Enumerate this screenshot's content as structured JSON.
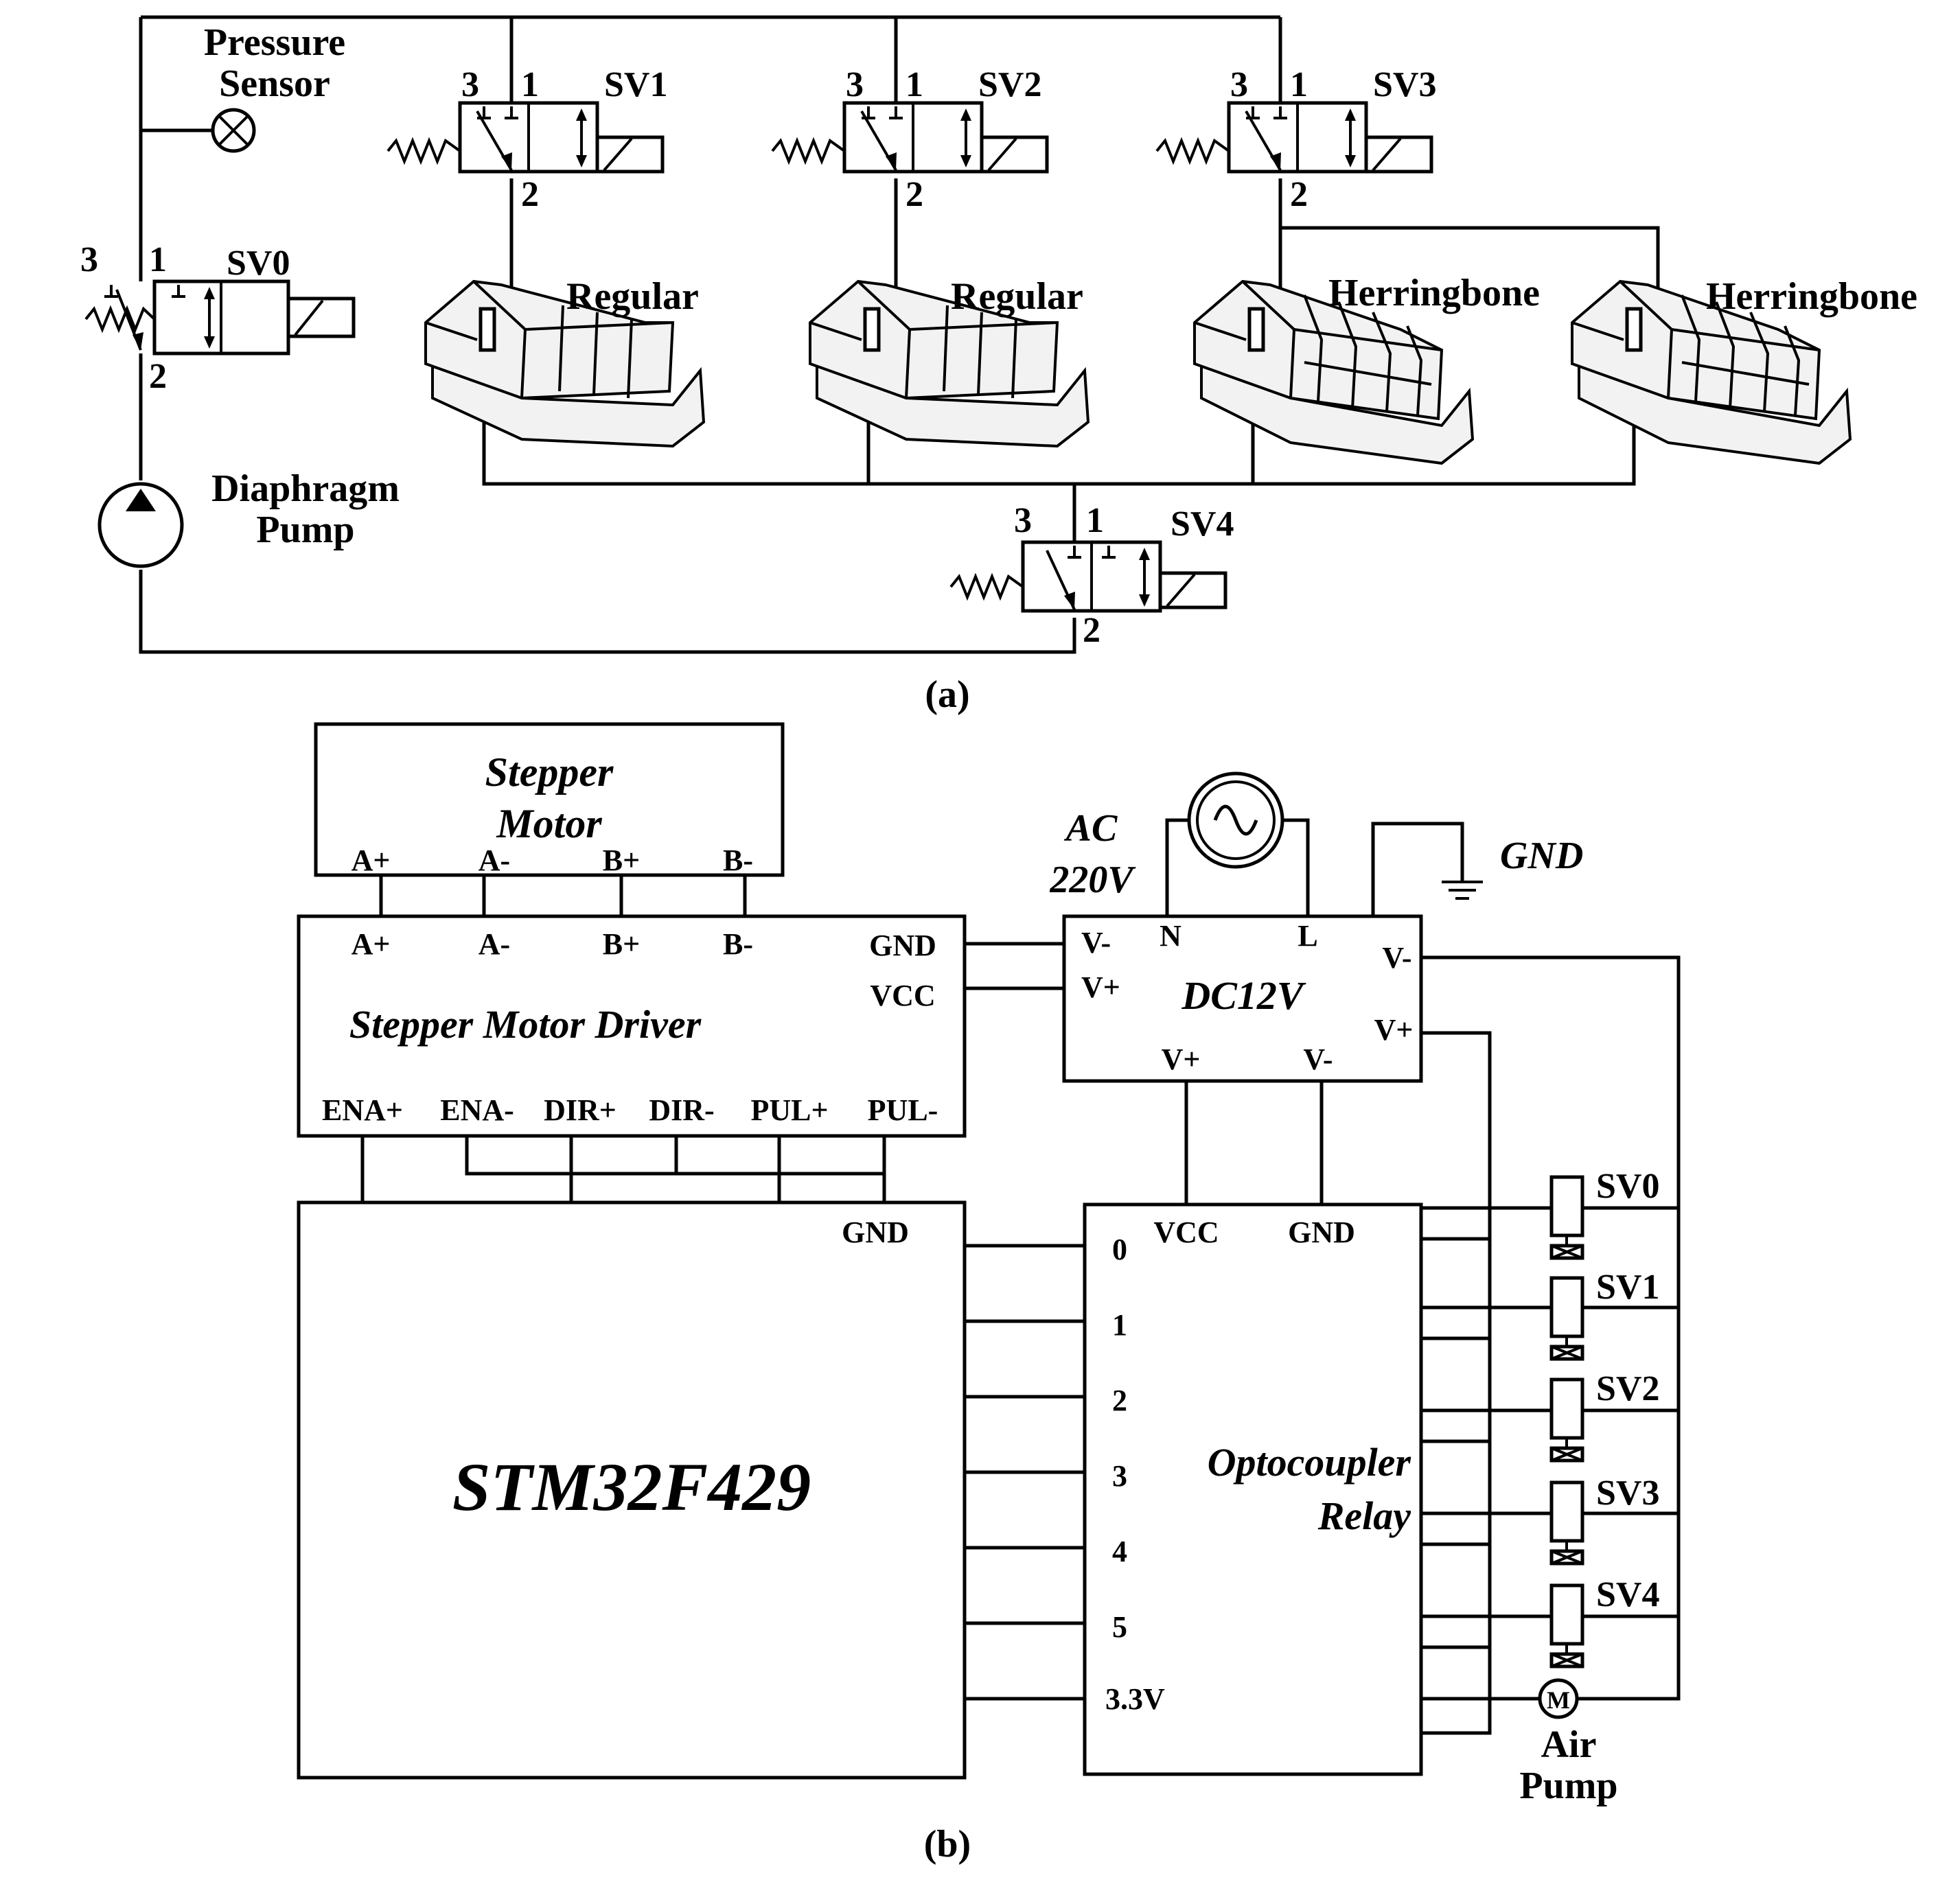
{
  "panel_a": {
    "caption": "(a)",
    "pressure_sensor": [
      "Pressure",
      "Sensor"
    ],
    "pump": [
      "Diaphragm",
      "Pump"
    ],
    "ports": {
      "p3": "3",
      "p1": "1",
      "p2": "2"
    },
    "valves": [
      "SV0",
      "SV1",
      "SV2",
      "SV3",
      "SV4"
    ],
    "actuators": [
      "Regular",
      "Regular",
      "Herringbone",
      "Herringbone"
    ]
  },
  "panel_b": {
    "caption": "(b)",
    "stepper_motor": [
      "Stepper",
      "Motor"
    ],
    "motor_pins": [
      "A+",
      "A-",
      "B+",
      "B-"
    ],
    "driver": {
      "title": "Stepper Motor Driver",
      "top_pins": [
        "A+",
        "A-",
        "B+",
        "B-"
      ],
      "gnd": "GND",
      "vcc": "VCC",
      "bottom_pins": [
        "ENA+",
        "ENA-",
        "DIR+",
        "DIR-",
        "PUL+",
        "PUL-"
      ]
    },
    "ac": [
      "AC",
      "220V"
    ],
    "ground": "GND",
    "psu": {
      "title": "DC12V",
      "vm_left": "V-",
      "vp_left": "V+",
      "n": "N",
      "l": "L",
      "vm_right": "V-",
      "vp_right": "V+",
      "vp_bottom": "V+",
      "vm_bottom": "V-"
    },
    "mcu": {
      "title": "STM32F429",
      "gnd": "GND"
    },
    "relay": {
      "title": [
        "Optocoupler",
        "Relay"
      ],
      "vcc": "VCC",
      "gnd": "GND",
      "inputs": [
        "0",
        "1",
        "2",
        "3",
        "4",
        "5",
        "3.3V"
      ]
    },
    "solenoids": [
      "SV0",
      "SV1",
      "SV2",
      "SV3",
      "SV4"
    ],
    "motor_symbol": "M",
    "air_pump": [
      "Air",
      "Pump"
    ]
  }
}
